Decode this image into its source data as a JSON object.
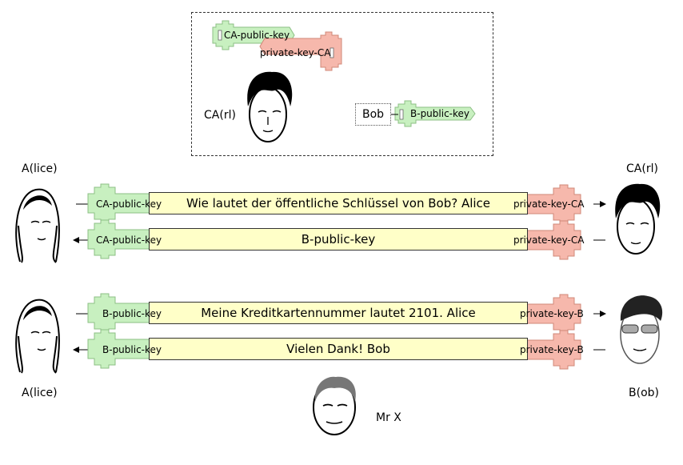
{
  "ca_box": {
    "ca_public_key": "CA-public-key",
    "private_key_ca": "private-key-CA",
    "ca_label": "CA(rl)",
    "bob_label": "Bob",
    "b_public_key": "B-public-key"
  },
  "actors": {
    "alice_top": "A(lice)",
    "ca_top": "CA(rl)",
    "alice_bottom": "A(lice)",
    "bob_bottom": "B(ob)",
    "mrx": "Mr X"
  },
  "messages": [
    {
      "left_key": "CA-public-key",
      "text": "Wie lautet der öffentliche Schlüssel von Bob? Alice",
      "right_key": "private-key-CA",
      "direction": "right"
    },
    {
      "left_key": "CA-public-key",
      "text": "B-public-key",
      "right_key": "private-key-CA",
      "direction": "left"
    },
    {
      "left_key": "B-public-key",
      "text": "Meine Kreditkartennummer lautet 2101. Alice",
      "right_key": "private-key-B",
      "direction": "right"
    },
    {
      "left_key": "B-public-key",
      "text": "Vielen Dank! Bob",
      "right_key": "private-key-B",
      "direction": "left"
    }
  ],
  "colors": {
    "public_key": "#c8f0c0",
    "private_key": "#f6b8ac",
    "message_fill": "#ffffc8"
  }
}
